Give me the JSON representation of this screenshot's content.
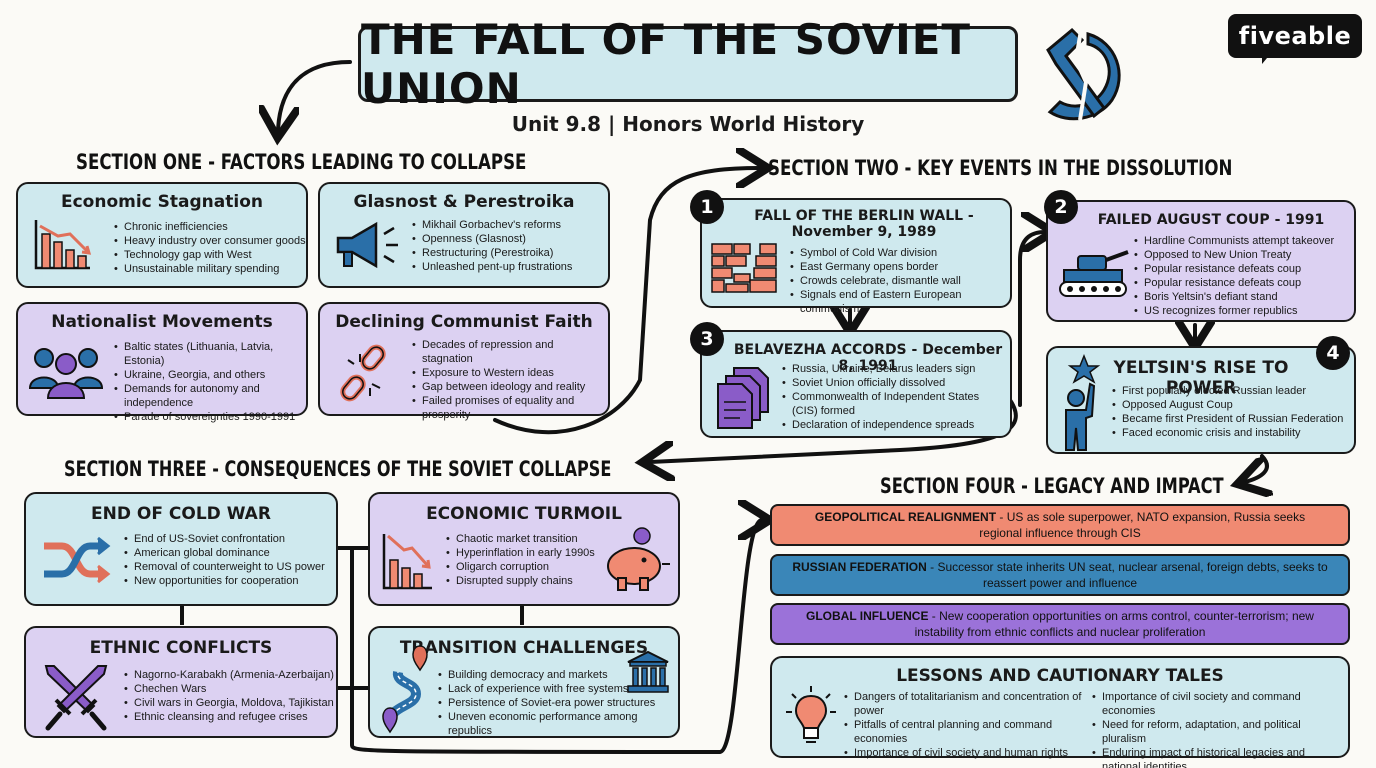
{
  "title": "THE FALL OF THE SOVIET UNION",
  "subtitle": "Unit 9.8 | Honors World History",
  "logo": "fiveable",
  "sections": {
    "one": "SECTION ONE - FACTORS LEADING TO COLLAPSE",
    "two": "SECTION TWO - KEY EVENTS IN THE DISSOLUTION",
    "three": "SECTION THREE - CONSEQUENCES OF THE SOVIET COLLAPSE",
    "four": "SECTION FOUR - LEGACY AND IMPACT"
  },
  "factors": [
    {
      "title": "Economic Stagnation",
      "icon": "declining-chart-icon",
      "bullets": [
        "Chronic inefficiencies",
        "Heavy industry over consumer goods",
        "Technology gap with West",
        "Unsustainable military spending"
      ]
    },
    {
      "title": "Glasnost & Perestroika",
      "icon": "megaphone-icon",
      "bullets": [
        "Mikhail Gorbachev's reforms",
        "Openness (Glasnost)",
        "Restructuring (Perestroika)",
        "Unleashed pent-up frustrations"
      ]
    },
    {
      "title": "Nationalist Movements",
      "icon": "group-people-icon",
      "bullets": [
        "Baltic states (Lithuania, Latvia, Estonia)",
        "Ukraine, Georgia, and others",
        "Demands for autonomy and independence",
        "Parade of sovereignties 1990-1991"
      ]
    },
    {
      "title": "Declining Communist Faith",
      "icon": "broken-chain-icon",
      "bullets": [
        "Decades of repression and stagnation",
        "Exposure to Western ideas",
        "Gap between ideology and reality",
        "Failed promises of equality and prosperity"
      ]
    }
  ],
  "events": [
    {
      "num": "1",
      "title": "FALL OF THE BERLIN WALL - November 9, 1989",
      "icon": "brick-wall-icon",
      "bullets": [
        "Symbol of Cold War division",
        "East Germany opens border",
        "Crowds celebrate, dismantle wall",
        "Signals end of Eastern European communism"
      ]
    },
    {
      "num": "2",
      "title": "FAILED AUGUST COUP - 1991",
      "icon": "tank-icon",
      "bullets": [
        "Hardline Communists attempt takeover",
        "Opposed to New Union Treaty",
        "Popular resistance defeats coup",
        "Popular resistance defeats coup",
        "Boris Yeltsin's defiant stand",
        "US recognizes former republics"
      ]
    },
    {
      "num": "3",
      "title": "BELAVEZHA ACCORDS - December 8, 1991",
      "icon": "documents-icon",
      "bullets": [
        "Russia, Ukraine, Belarus leaders sign",
        "Soviet Union officially dissolved",
        "Commonwealth of Independent States (CIS) formed",
        "Declaration of independence spreads"
      ]
    },
    {
      "num": "4",
      "title": "YELTSIN'S RISE TO POWER",
      "icon": "person-reaching-star-icon",
      "bullets": [
        "First popularly elected Russian leader",
        "Opposed August Coup",
        "Became first President of Russian Federation",
        "Faced economic crisis and instability"
      ]
    }
  ],
  "consequences": [
    {
      "title": "END OF COLD WAR",
      "icon": "crossing-arrows-icon",
      "bullets": [
        "End of US-Soviet confrontation",
        "American global dominance",
        "Removal of counterweight to US power",
        "New opportunities for cooperation"
      ]
    },
    {
      "title": "ECONOMIC TURMOIL",
      "icon": "falling-chart-piggy-bank-icon",
      "bullets": [
        "Chaotic market transition",
        "Hyperinflation in early 1990s",
        "Oligarch corruption",
        "Disrupted supply chains"
      ]
    },
    {
      "title": "ETHNIC CONFLICTS",
      "icon": "crossed-swords-icon",
      "bullets": [
        "Nagorno-Karabakh (Armenia-Azerbaijan)",
        "Chechen Wars",
        "Civil wars in Georgia, Moldova, Tajikistan",
        "Ethnic cleansing and refugee crises"
      ]
    },
    {
      "title": "TRANSITION CHALLENGES",
      "icon": "road-map-bank-icon",
      "bullets": [
        "Building democracy and markets",
        "Lack of experience with free systems",
        "Persistence of Soviet-era power structures",
        "Uneven economic performance among republics"
      ]
    }
  ],
  "legacy": [
    {
      "title": "GEOPOLITICAL REALIGNMENT",
      "text": " - US as sole superpower, NATO expansion, Russia seeks regional influence through CIS",
      "color": "#f08a72"
    },
    {
      "title": "RUSSIAN FEDERATION",
      "text": " - Successor state inherits UN seat, nuclear arsenal, foreign debts, seeks to reassert power and influence",
      "color": "#3a86b8"
    },
    {
      "title": "GLOBAL INFLUENCE",
      "text": " - New cooperation opportunities on arms control, counter-terrorism; new instability from ethnic conflicts and nuclear proliferation",
      "color": "#9b72d9"
    }
  ],
  "lessons": {
    "title": "LESSONS AND CAUTIONARY TALES",
    "icon": "lightbulb-icon",
    "left": [
      "Dangers of totalitarianism and concentration of power",
      "Pitfalls of central planning and command economies",
      "Importance of civil society and human rights"
    ],
    "right": [
      "Importance of civil society and command economies",
      "Need for reform, adaptation, and political pluralism",
      "Enduring impact of historical legacies and national identities"
    ]
  },
  "colors": {
    "teal": "#cfe9ee",
    "lavender": "#dcd1f2",
    "accent_red": "#e0705a",
    "icon_blue": "#2a6fa8",
    "icon_purple": "#8a5cc8"
  }
}
